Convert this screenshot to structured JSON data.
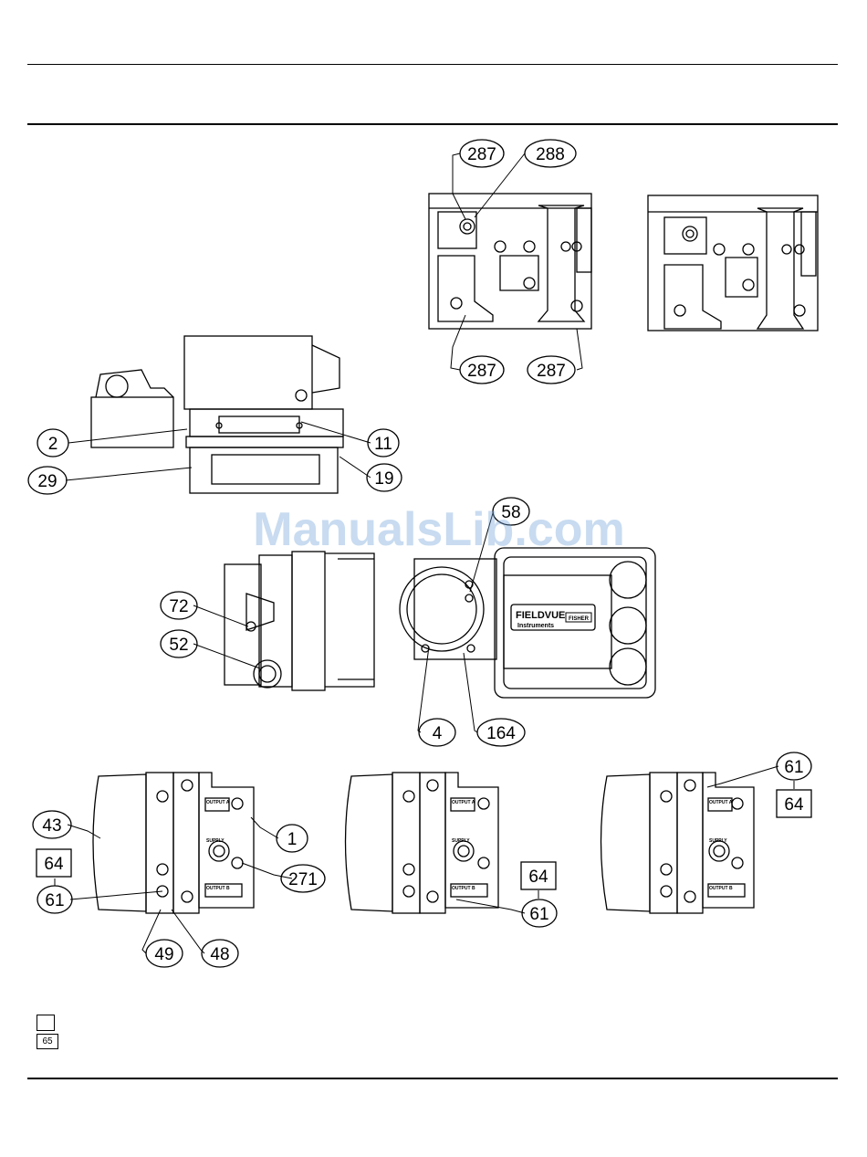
{
  "watermark": "ManualsLib.com",
  "legend": {
    "boxed_number": "65"
  },
  "callouts": {
    "c287a": "287",
    "c288": "288",
    "c287b": "287",
    "c287c": "287",
    "c2": "2",
    "c29": "29",
    "c11": "11",
    "c19": "19",
    "c58": "58",
    "c72": "72",
    "c52": "52",
    "c4": "4",
    "c164": "164",
    "c43": "43",
    "c64a": "64",
    "c61a": "61",
    "c1": "1",
    "c271": "271",
    "c49": "49",
    "c48": "48",
    "c64b": "64",
    "c61b": "61",
    "c61c": "61",
    "c64c": "64"
  },
  "nameplate": {
    "brand": "FIELDVUE",
    "sub": "Instruments",
    "logo": "FISHER"
  },
  "port_labels": {
    "output_a": "OUTPUT A",
    "supply": "SUPPLY",
    "output_b": "OUTPUT B"
  }
}
